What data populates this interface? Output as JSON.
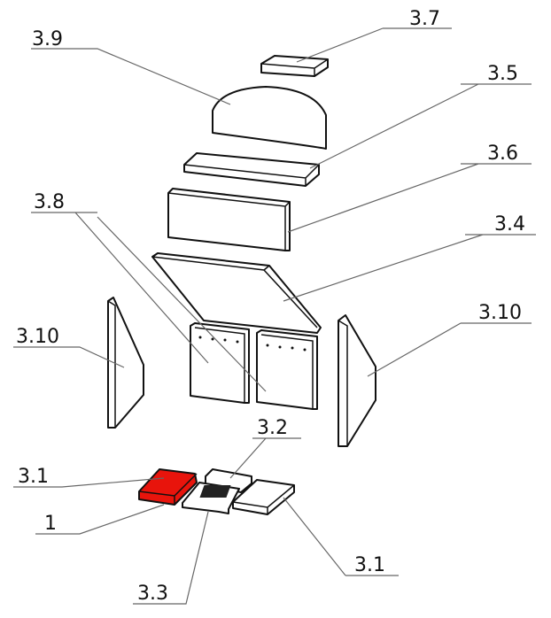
{
  "labels": {
    "l37": "3.7",
    "l39": "3.9",
    "l35": "3.5",
    "l36": "3.6",
    "l38": "3.8",
    "l34": "3.4",
    "l310_left": "3.10",
    "l310_right": "3.10",
    "l32": "3.2",
    "l31_left": "3.1",
    "l1": "1",
    "l33": "3.3",
    "l31_right": "3.1"
  },
  "colors": {
    "highlight": "#e8140c"
  }
}
